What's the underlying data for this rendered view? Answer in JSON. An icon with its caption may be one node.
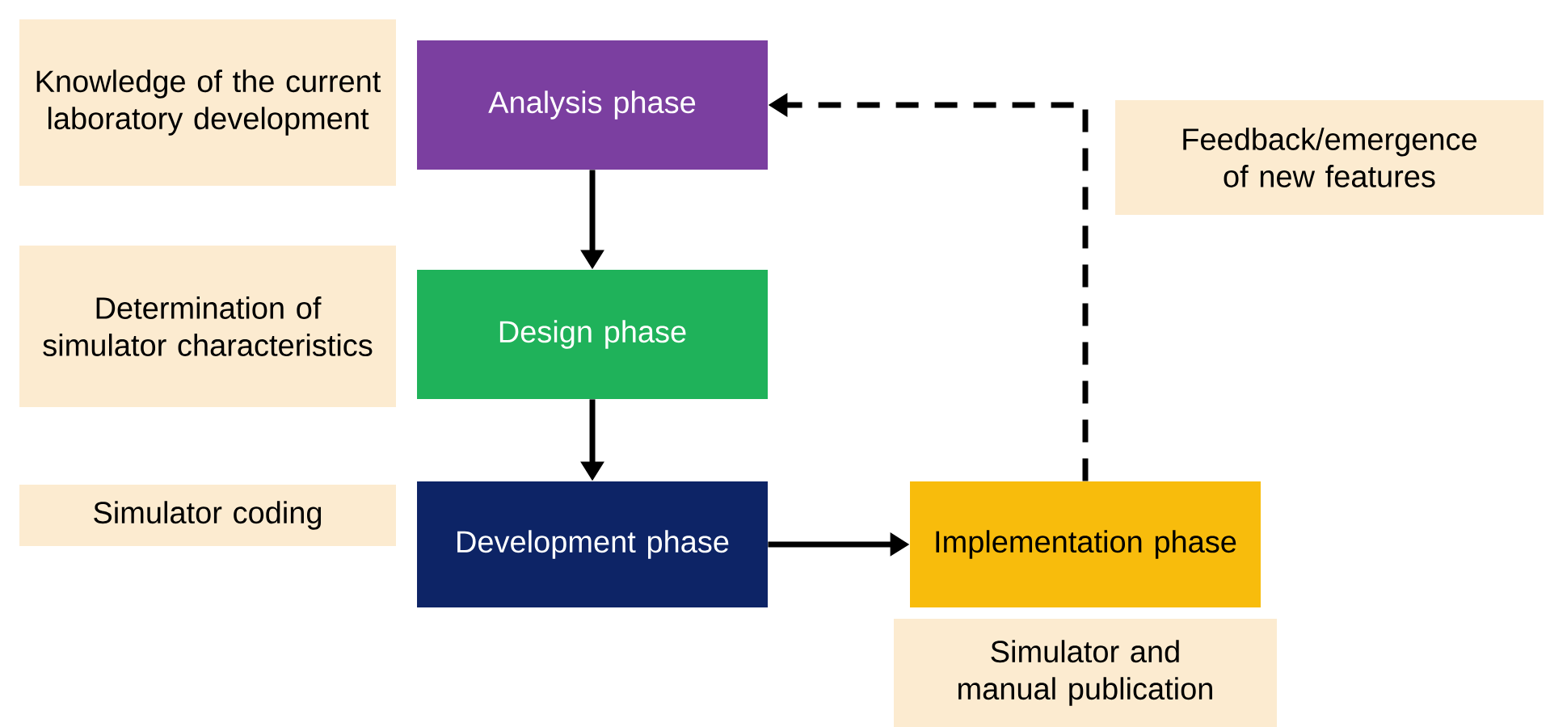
{
  "diagram": {
    "nodes": [
      {
        "text": [
          "Knowledge of the current laboratory development"
        ]
      },
      {
        "text": [
          "Analysis phase"
        ]
      },
      {
        "text": [
          "Feedback/emergence of new features"
        ]
      },
      {
        "text": [
          "Determination of simulator characteristics"
        ]
      },
      {
        "text": [
          "Design phase"
        ]
      },
      {
        "text": [
          "Simulator coding"
        ]
      },
      {
        "text": [
          "Development phase"
        ]
      },
      {
        "text": [
          "Implementation phase"
        ]
      },
      {
        "text": [
          "Simulator and manual publication"
        ]
      }
    ],
    "edges": [
      {
        "from": 1,
        "to": 4,
        "arrow": "to"
      },
      {
        "from": 4,
        "to": 6,
        "arrow": "to"
      },
      {
        "from": 6,
        "to": 7,
        "arrow": "to"
      },
      {
        "from": 7,
        "to": 1,
        "arrow": "to",
        "style": "dashed"
      }
    ]
  }
}
